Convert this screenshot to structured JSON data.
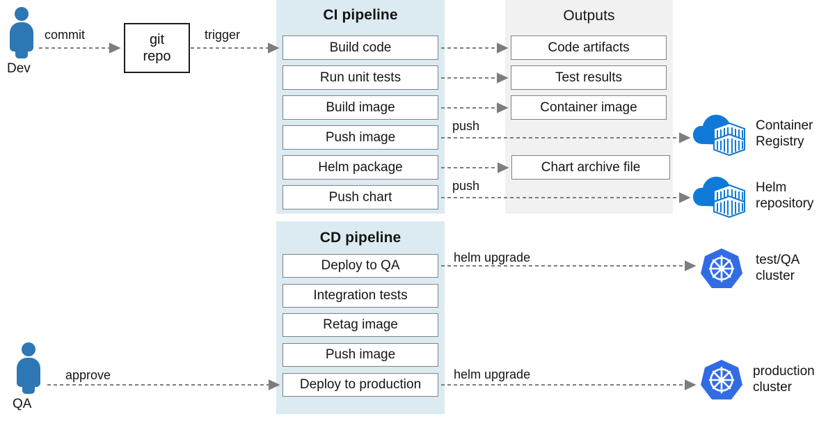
{
  "diagram": {
    "title": "CI/CD pipeline with Helm, container registry and Kubernetes clusters",
    "colors": {
      "ci_panel": "#dcebf2",
      "outputs_panel": "#f1f1f1",
      "person_blue": "#2e77b5",
      "azure_blue": "#0f7ad8",
      "kubernetes_blue": "#326ce5",
      "box_border": "#808080",
      "arrow_gray": "#808080"
    }
  },
  "actors": [
    {
      "id": "dev",
      "label": "Dev",
      "icon": "person-icon"
    },
    {
      "id": "qa",
      "label": "QA",
      "icon": "person-icon"
    }
  ],
  "repo": {
    "line1": "git",
    "line2": "repo"
  },
  "ci": {
    "title": "CI pipeline",
    "steps": [
      {
        "label": "Build code"
      },
      {
        "label": "Run unit tests"
      },
      {
        "label": "Build image"
      },
      {
        "label": "Push image"
      },
      {
        "label": "Helm package"
      },
      {
        "label": "Push chart"
      }
    ]
  },
  "outputs": {
    "title": "Outputs",
    "items": [
      {
        "label": "Code artifacts"
      },
      {
        "label": "Test results"
      },
      {
        "label": "Container image"
      },
      {
        "label": "Chart archive file"
      }
    ]
  },
  "cd": {
    "title": "CD pipeline",
    "steps": [
      {
        "label": "Deploy to QA"
      },
      {
        "label": "Integration tests"
      },
      {
        "label": "Retag image"
      },
      {
        "label": "Push image"
      },
      {
        "label": "Deploy to production"
      }
    ]
  },
  "targets": [
    {
      "id": "container-registry",
      "line1": "Container",
      "line2": "Registry",
      "icon": "azure-container-registry-icon"
    },
    {
      "id": "helm-repository",
      "line1": "Helm",
      "line2": "repository",
      "icon": "azure-container-registry-icon"
    },
    {
      "id": "test-qa-cluster",
      "line1": "test/QA",
      "line2": "cluster",
      "icon": "kubernetes-icon"
    },
    {
      "id": "production-cluster",
      "line1": "production",
      "line2": "cluster",
      "icon": "kubernetes-icon"
    }
  ],
  "edges": [
    {
      "id": "commit",
      "label": "commit"
    },
    {
      "id": "trigger",
      "label": "trigger"
    },
    {
      "id": "push-image",
      "label": "push"
    },
    {
      "id": "push-chart",
      "label": "push"
    },
    {
      "id": "helm-qa",
      "label": "helm upgrade"
    },
    {
      "id": "approve",
      "label": "approve"
    },
    {
      "id": "helm-prod",
      "label": "helm upgrade"
    }
  ]
}
